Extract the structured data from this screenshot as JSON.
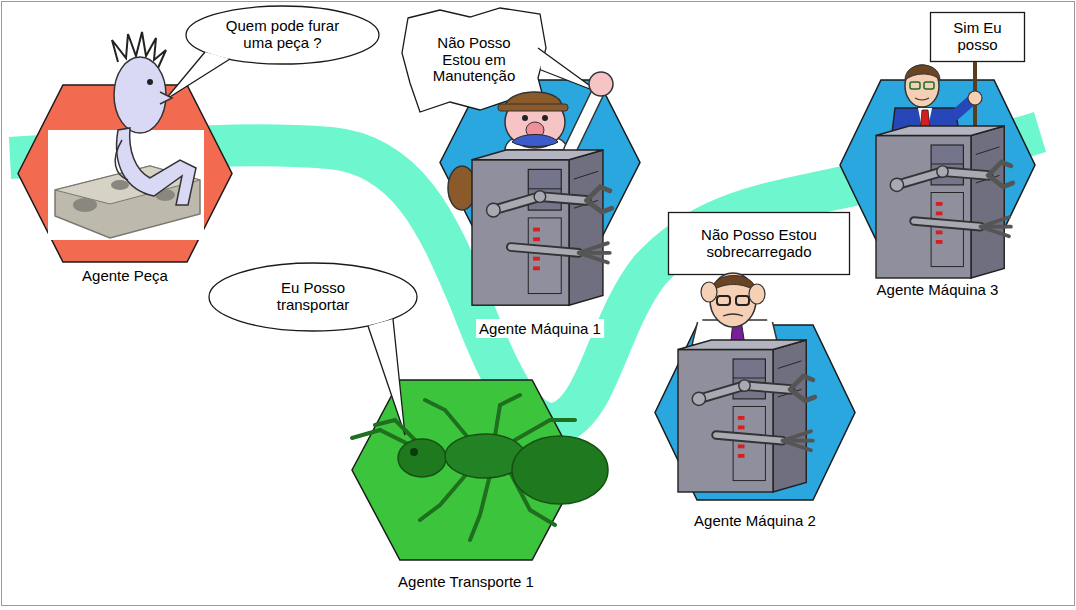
{
  "diagram": {
    "nodes": [
      {
        "text": [
          "Agente Peça"
        ]
      },
      {
        "text": [
          "Quem pode furar uma peça ?"
        ]
      },
      {
        "text": [
          "Agente Máquina 1"
        ]
      },
      {
        "text": [
          "Não Posso Estou em Manutenção"
        ]
      },
      {
        "text": [
          "Agente Máquina 3"
        ]
      },
      {
        "text": [
          "Sim Eu posso"
        ]
      },
      {
        "text": [
          "Agente Máquina 2"
        ]
      },
      {
        "text": [
          "Não Posso Estou sobrecarregado"
        ]
      },
      {
        "text": [
          "Agente Transporte 1"
        ]
      },
      {
        "text": [
          "Eu Posso transportar"
        ]
      }
    ]
  }
}
